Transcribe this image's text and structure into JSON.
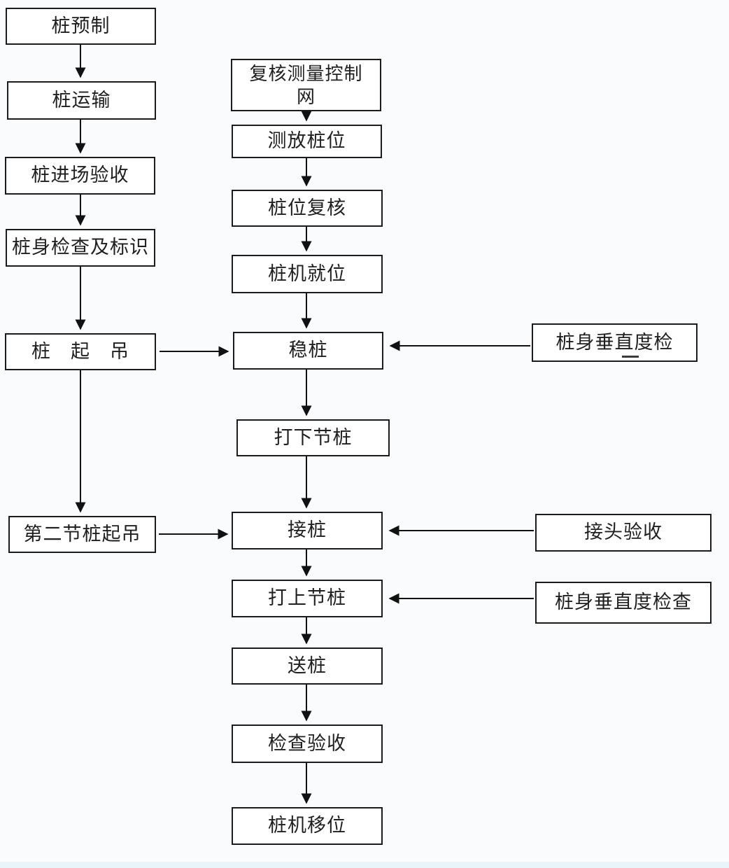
{
  "diagram": {
    "type": "flowchart",
    "language": "zh-CN",
    "left_column": [
      {
        "label": "桩预制"
      },
      {
        "label": "桩运输"
      },
      {
        "label": "桩进场验收"
      },
      {
        "label": "桩身检查及标识"
      },
      {
        "label": "桩　起　吊"
      },
      {
        "label": "第二节桩起吊"
      }
    ],
    "middle_column": [
      {
        "label": "复核测量控制\n网"
      },
      {
        "label": "测放桩位"
      },
      {
        "label": "桩位复核"
      },
      {
        "label": "桩机就位"
      },
      {
        "label": "稳桩"
      },
      {
        "label": "打下节桩"
      },
      {
        "label": "接桩"
      },
      {
        "label": "打上节桩"
      },
      {
        "label": "送桩"
      },
      {
        "label": "检查验收"
      },
      {
        "label": "桩机移位"
      }
    ],
    "right_column": [
      {
        "label": "桩身垂直度检"
      },
      {
        "label": "接头验收"
      },
      {
        "label": "桩身垂直度检查"
      }
    ],
    "connections": [
      "桩预制→桩运输",
      "桩运输→桩进场验收",
      "桩进场验收→桩身检查及标识",
      "桩身检查及标识→桩起吊",
      "桩起吊→第二节桩起吊",
      "桩起吊→稳桩",
      "第二节桩起吊→接桩",
      "复核测量控制网→测放桩位",
      "测放桩位→桩位复核",
      "桩位复核→桩机就位",
      "桩机就位→稳桩",
      "稳桩→打下节桩",
      "打下节桩→接桩",
      "接桩→打上节桩",
      "打上节桩→送桩",
      "送桩→检查验收",
      "检查验收→桩机移位",
      "桩身垂直度检→稳桩",
      "接头验收→接桩",
      "桩身垂直度检查→打上节桩"
    ],
    "colors": {
      "background": "#fafbfc",
      "box_fill": "#ffffff",
      "box_border": "#1b1b1b",
      "arrow": "#111111",
      "bottom_strip": "#e9f3fa"
    }
  }
}
